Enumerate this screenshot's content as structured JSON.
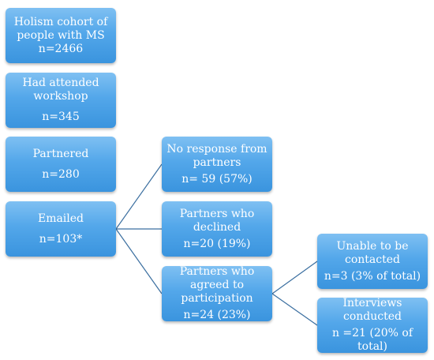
{
  "nodes": {
    "holism": {
      "label": "Holism cohort of people with MS",
      "count": "n=2466"
    },
    "workshop": {
      "label": "Had attended workshop",
      "count": "n=345"
    },
    "partnered": {
      "label": "Partnered",
      "count": "n=280"
    },
    "emailed": {
      "label": "Emailed",
      "count": "n=103*"
    },
    "noresp": {
      "label": "No response from partners",
      "count": "n= 59 (57%)"
    },
    "declined": {
      "label": "Partners who declined",
      "count": "n=20 (19%)"
    },
    "agreed": {
      "label": "Partners who agreed to participation",
      "count": "n=24 (23%)"
    },
    "unable": {
      "label": "Unable to be contacted",
      "count": "n=3 (3% of total)"
    },
    "interview": {
      "label": "Interviews conducted",
      "count": "n =21 (20% of total)"
    }
  },
  "colors": {
    "box_fill": "#53a7ea",
    "box_text": "#ffffff",
    "connector": "#3b6fa0"
  }
}
